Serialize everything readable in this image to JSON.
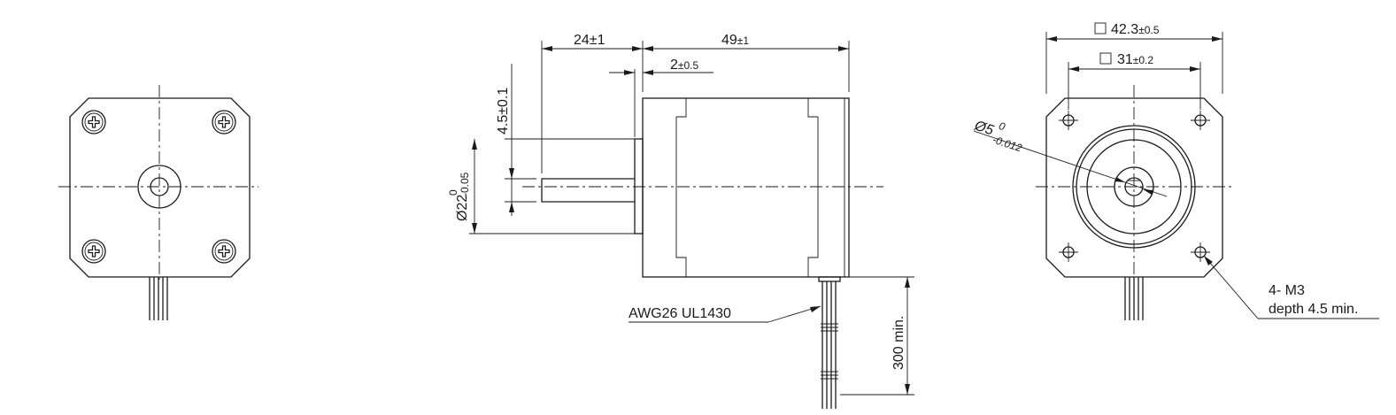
{
  "dimensions": {
    "shaft_length": {
      "value": "24",
      "tol": "±1"
    },
    "body_length": {
      "value": "49",
      "tol": "±1"
    },
    "flange_thickness": {
      "value": "2",
      "tol": "±0.5"
    },
    "flat_depth": {
      "text": "4.5±0.1"
    },
    "boss_diameter": {
      "prefix": "Ø22",
      "upper": "0",
      "lower": "-0.05"
    },
    "lead_length": {
      "text": "300 min."
    },
    "wire_spec": {
      "text": "AWG26  UL1430"
    },
    "body_square": {
      "value": "42.3",
      "tol": "±0.5"
    },
    "hole_spacing": {
      "value": "31",
      "tol": "±0.2"
    },
    "shaft_diameter": {
      "prefix": "Ø5",
      "upper": "0",
      "lower": "-0.012"
    },
    "mount_holes": {
      "line1": "4- M3",
      "line2": "depth 4.5 min."
    }
  }
}
